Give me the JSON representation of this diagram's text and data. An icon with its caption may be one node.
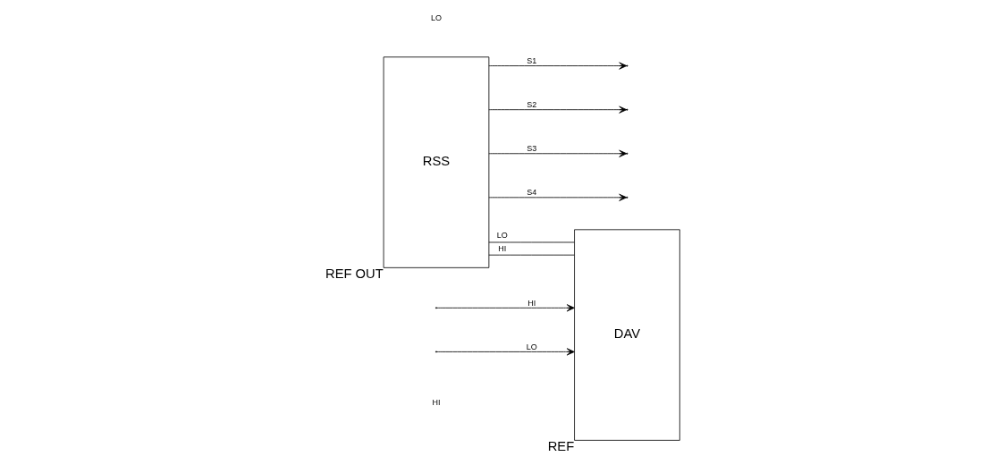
{
  "diagram": {
    "nodes": [
      {
        "text": [
          "RSS"
        ],
        "beside": [
          "REF OUT"
        ]
      },
      {
        "text": [
          "DAV"
        ],
        "beside": [
          "REF"
        ]
      }
    ],
    "edges": [
      {
        "from": 0,
        "to": 1,
        "arrow": "none",
        "label": "HI"
      },
      {
        "from": 0,
        "to": 1,
        "arrow": "none",
        "label": "LO"
      },
      {
        "from": 0,
        "to": null,
        "arrow": "to",
        "label": "S1"
      },
      {
        "from": 0,
        "to": null,
        "arrow": "to",
        "label": "S2"
      },
      {
        "from": 0,
        "to": null,
        "arrow": "to",
        "label": "S3"
      },
      {
        "from": 0,
        "to": null,
        "arrow": "to",
        "label": "S4"
      },
      {
        "from": null,
        "to": 1,
        "arrow": "to",
        "label": "HI"
      },
      {
        "from": null,
        "to": 1,
        "arrow": "to",
        "label": "LO"
      }
    ],
    "labels": [
      "HI",
      "LO"
    ]
  }
}
